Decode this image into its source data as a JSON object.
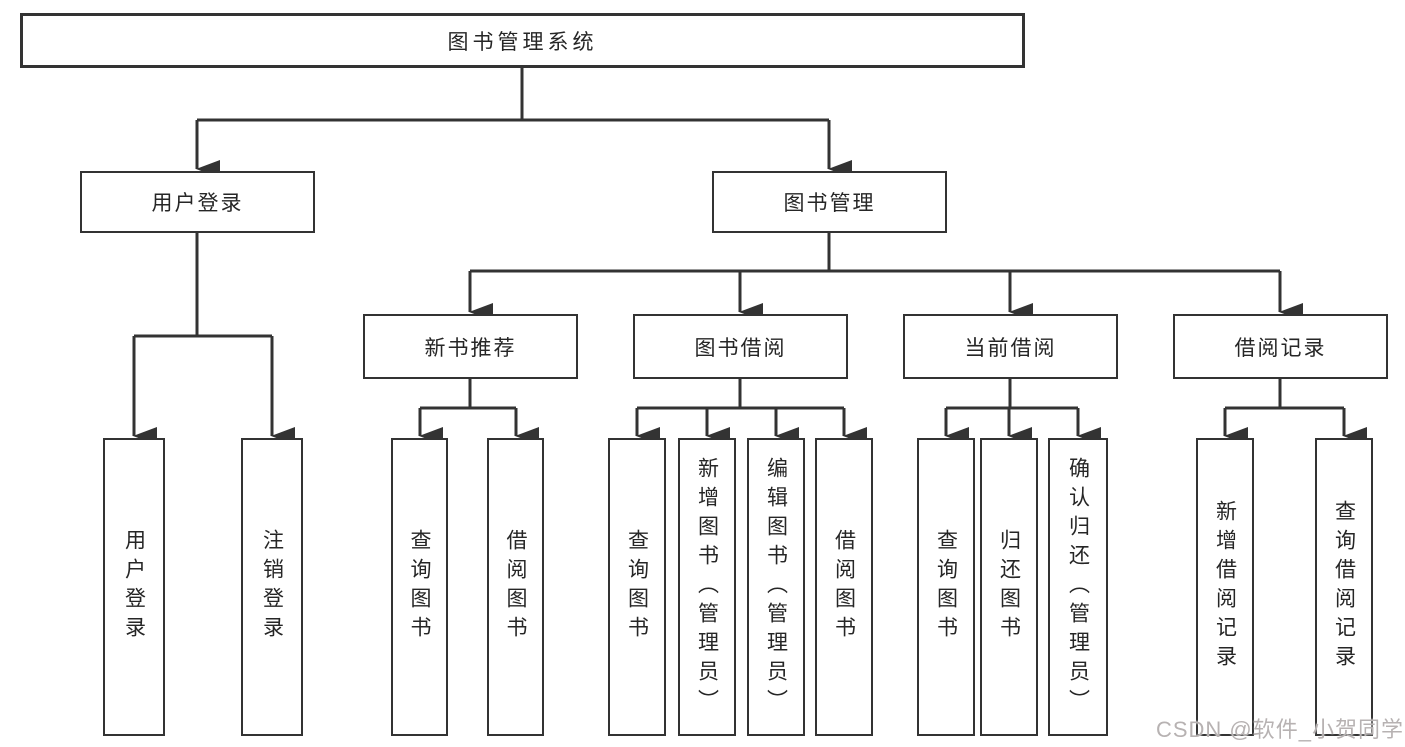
{
  "tree": {
    "root": {
      "label": "图书管理系统"
    },
    "branches": [
      {
        "label": "用户登录",
        "children": [
          {
            "label": "用户登录"
          },
          {
            "label": "注销登录"
          }
        ]
      },
      {
        "label": "图书管理",
        "children": [
          {
            "label": "新书推荐",
            "children": [
              {
                "label": "查询图书"
              },
              {
                "label": "借阅图书"
              }
            ]
          },
          {
            "label": "图书借阅",
            "children": [
              {
                "label": "查询图书"
              },
              {
                "label": "新增图书（管理员）"
              },
              {
                "label": "编辑图书（管理员）"
              },
              {
                "label": "借阅图书"
              }
            ]
          },
          {
            "label": "当前借阅",
            "children": [
              {
                "label": "查询图书"
              },
              {
                "label": "归还图书"
              },
              {
                "label": "确认归还（管理员）"
              }
            ]
          },
          {
            "label": "借阅记录",
            "children": [
              {
                "label": "新增借阅记录"
              },
              {
                "label": "查询借阅记录"
              }
            ]
          }
        ]
      }
    ]
  },
  "watermark": {
    "text": "CSDN @软件_小贺同学"
  },
  "colors": {
    "line": "#333333",
    "text": "#262626",
    "box_fill": "#ffffff",
    "watermark": "#b7b2b2"
  }
}
